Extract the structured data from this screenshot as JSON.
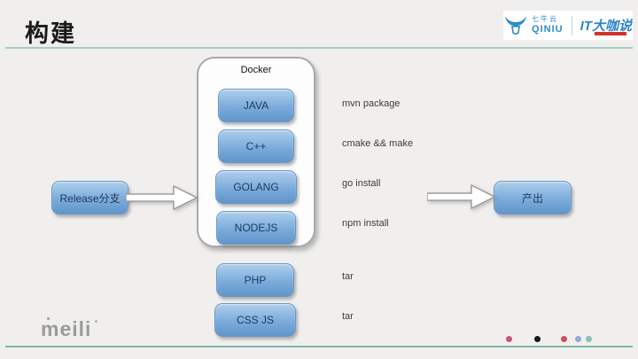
{
  "title": "构建",
  "header": {
    "qiniu_logo": {
      "cn": "七牛云",
      "en": "QINIU"
    },
    "itdks_logo": "IT大咖说"
  },
  "flow": {
    "source_label": "Release分支",
    "container_label": "Docker",
    "docker_items": [
      {
        "label": "JAVA",
        "command": "mvn package"
      },
      {
        "label": "C++",
        "command": "cmake && make"
      },
      {
        "label": "GOLANG",
        "command": "go install"
      },
      {
        "label": "NODEJS",
        "command": "npm install"
      }
    ],
    "other_items": [
      {
        "label": "PHP",
        "command": "tar"
      },
      {
        "label": "CSS JS",
        "command": "tar"
      }
    ],
    "output_label": "产出"
  },
  "footer": {
    "brand": "meili",
    "dots": [
      "#c9537e",
      "#1a1a1a",
      "#d14f58",
      "#96aad4",
      "#86c4b6"
    ]
  },
  "colors": {
    "background": "#f0efed",
    "box_blue_top": "#aecfec",
    "box_blue_bottom": "#6195cb",
    "box_text": "#1e3a5f",
    "header_line": "#a5cbc9",
    "footer_line": "#7db8a4",
    "logo_blue": "#2e8ccd",
    "logo_red": "#d0342c"
  },
  "icons": {
    "bull": "qiniu-bull-icon",
    "left_arrow": "flow-arrow-icon",
    "right_arrow": "flow-arrow-icon"
  }
}
